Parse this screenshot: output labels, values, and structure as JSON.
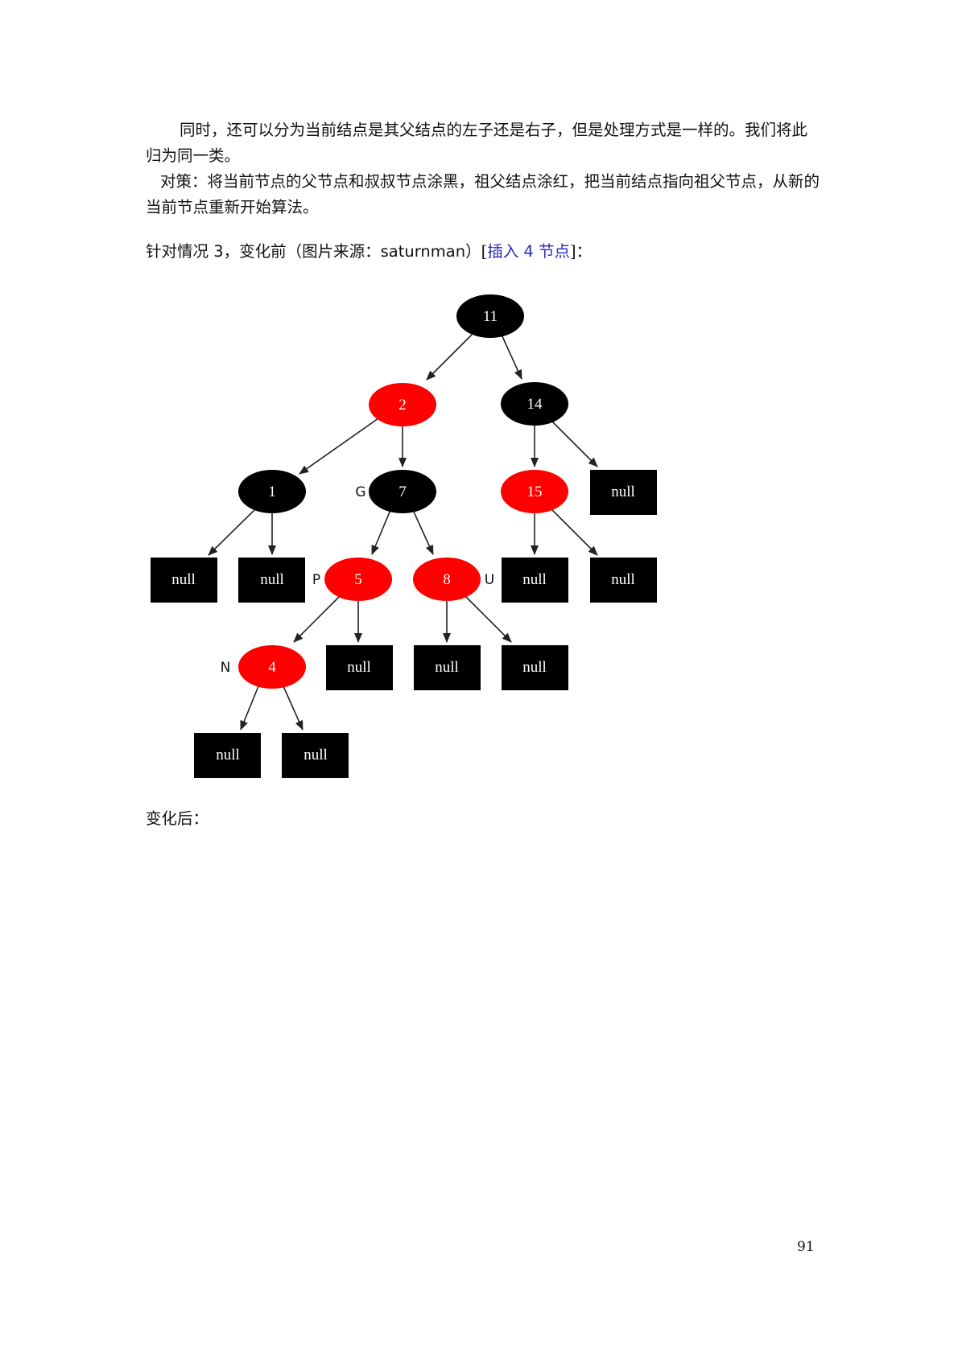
{
  "page": {
    "paragraph1": "同时，还可以分为当前结点是其父结点的左子还是右子，但是处理方式是一样的。我们将此归为同一类。",
    "paragraph2": "对策：将当前节点的父节点和叔叔节点涂黑，祖父结点涂红，把当前结点指向祖父节点，从新的当前节点重新开始算法。",
    "caption": {
      "prefix": "针对情况 ",
      "number": "3",
      "middle": "，变化前（图片来源：",
      "source": "saturnman",
      "suffix": "）[",
      "link_text_a": "插入 ",
      "link_number": "4",
      "link_text_b": " 节点",
      "tail": "]："
    },
    "after_label": "变化后：",
    "page_number": "91"
  },
  "diagram": {
    "colors": {
      "red": "#ff0000",
      "black": "#000000",
      "edge": "#222222",
      "text": "#ffffff"
    },
    "nodes": {
      "n11": {
        "label": "11",
        "color": "black"
      },
      "n2": {
        "label": "2",
        "color": "red"
      },
      "n14": {
        "label": "14",
        "color": "black"
      },
      "n1": {
        "label": "1",
        "color": "black"
      },
      "n7": {
        "label": "7",
        "color": "black",
        "role": "G"
      },
      "n15": {
        "label": "15",
        "color": "red"
      },
      "n5": {
        "label": "5",
        "color": "red",
        "role": "P"
      },
      "n8": {
        "label": "8",
        "color": "red",
        "role": "U"
      },
      "n4": {
        "label": "4",
        "color": "red",
        "role": "N"
      }
    },
    "null_label": "null"
  }
}
